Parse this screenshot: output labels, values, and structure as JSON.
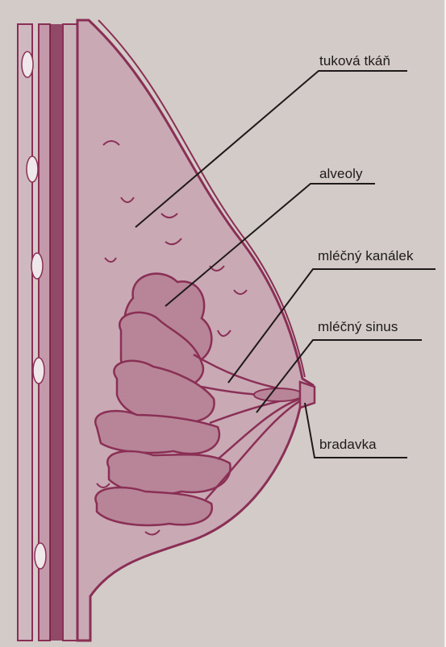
{
  "diagram": {
    "colors": {
      "background": "#d3cbc8",
      "tissue_fill": "#c9a9b4",
      "outline": "#8a2f55",
      "muscle": "#7a1e47",
      "leader": "#1e1a1a"
    },
    "labels": {
      "fat_tissue": "tuková tkáň",
      "alveoli": "alveoly",
      "milk_duct": "mléčný kanálek",
      "milk_sinus": "mléčný sinus",
      "nipple": "bradavka"
    }
  }
}
